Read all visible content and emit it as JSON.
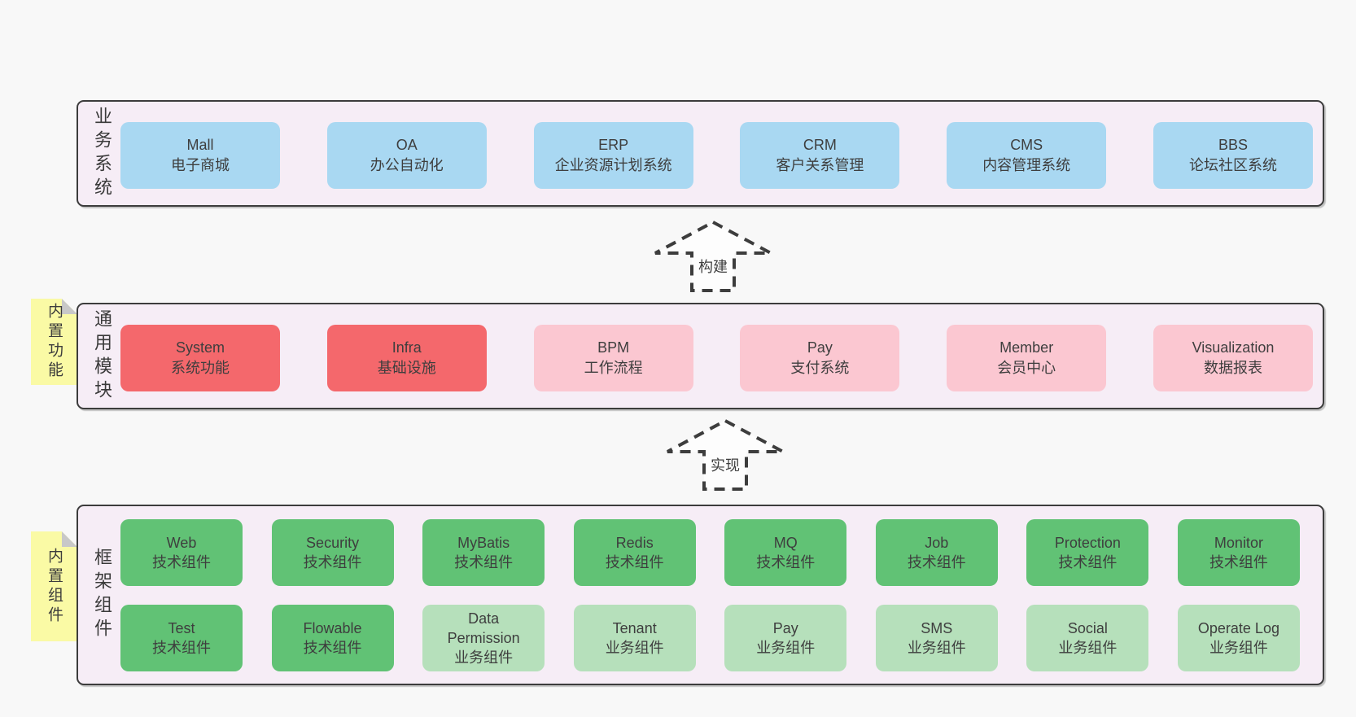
{
  "colors": {
    "page_bg": "#f8f8f8",
    "panel_bg": "#f6edf6",
    "panel_border": "#3c3c3c",
    "blue": "#a9d8f2",
    "red": "#f4686c",
    "pink": "#fbc7d1",
    "green": "#61c275",
    "light_green": "#b6e0bb",
    "note_yellow": "#fafaa5",
    "note_fold": "#c8c8c8",
    "text": "#3e3e3e"
  },
  "arrows": [
    {
      "label": "构建"
    },
    {
      "label": "实现"
    }
  ],
  "layers": [
    {
      "id": "business-systems",
      "label": "业务系统",
      "rows": [
        [
          {
            "title": "Mall",
            "subtitle": "电子商城",
            "color": "blue"
          },
          {
            "title": "OA",
            "subtitle": "办公自动化",
            "color": "blue"
          },
          {
            "title": "ERP",
            "subtitle": "企业资源计划系统",
            "color": "blue"
          },
          {
            "title": "CRM",
            "subtitle": "客户关系管理",
            "color": "blue"
          },
          {
            "title": "CMS",
            "subtitle": "内容管理系统",
            "color": "blue"
          },
          {
            "title": "BBS",
            "subtitle": "论坛社区系统",
            "color": "blue"
          }
        ]
      ]
    },
    {
      "id": "common-modules",
      "label": "通用模块",
      "note": "内置功能",
      "rows": [
        [
          {
            "title": "System",
            "subtitle": "系统功能",
            "color": "red"
          },
          {
            "title": "Infra",
            "subtitle": "基础设施",
            "color": "red"
          },
          {
            "title": "BPM",
            "subtitle": "工作流程",
            "color": "pink"
          },
          {
            "title": "Pay",
            "subtitle": "支付系统",
            "color": "pink"
          },
          {
            "title": "Member",
            "subtitle": "会员中心",
            "color": "pink"
          },
          {
            "title": "Visualization",
            "subtitle": "数据报表",
            "color": "pink"
          }
        ]
      ]
    },
    {
      "id": "framework-components",
      "label": "框架组件",
      "note": "内置组件",
      "rows": [
        [
          {
            "title": "Web",
            "subtitle": "技术组件",
            "color": "green"
          },
          {
            "title": "Security",
            "subtitle": "技术组件",
            "color": "green"
          },
          {
            "title": "MyBatis",
            "subtitle": "技术组件",
            "color": "green"
          },
          {
            "title": "Redis",
            "subtitle": "技术组件",
            "color": "green"
          },
          {
            "title": "MQ",
            "subtitle": "技术组件",
            "color": "green"
          },
          {
            "title": "Job",
            "subtitle": "技术组件",
            "color": "green"
          },
          {
            "title": "Protection",
            "subtitle": "技术组件",
            "color": "green"
          },
          {
            "title": "Monitor",
            "subtitle": "技术组件",
            "color": "green"
          }
        ],
        [
          {
            "title": "Test",
            "subtitle": "技术组件",
            "color": "green"
          },
          {
            "title": "Flowable",
            "subtitle": "技术组件",
            "color": "green"
          },
          {
            "title": "Data Permission",
            "subtitle": "业务组件",
            "color": "lightgreen"
          },
          {
            "title": "Tenant",
            "subtitle": "业务组件",
            "color": "lightgreen"
          },
          {
            "title": "Pay",
            "subtitle": "业务组件",
            "color": "lightgreen"
          },
          {
            "title": "SMS",
            "subtitle": "业务组件",
            "color": "lightgreen"
          },
          {
            "title": "Social",
            "subtitle": "业务组件",
            "color": "lightgreen"
          },
          {
            "title": "Operate Log",
            "subtitle": "业务组件",
            "color": "lightgreen"
          }
        ]
      ]
    }
  ]
}
